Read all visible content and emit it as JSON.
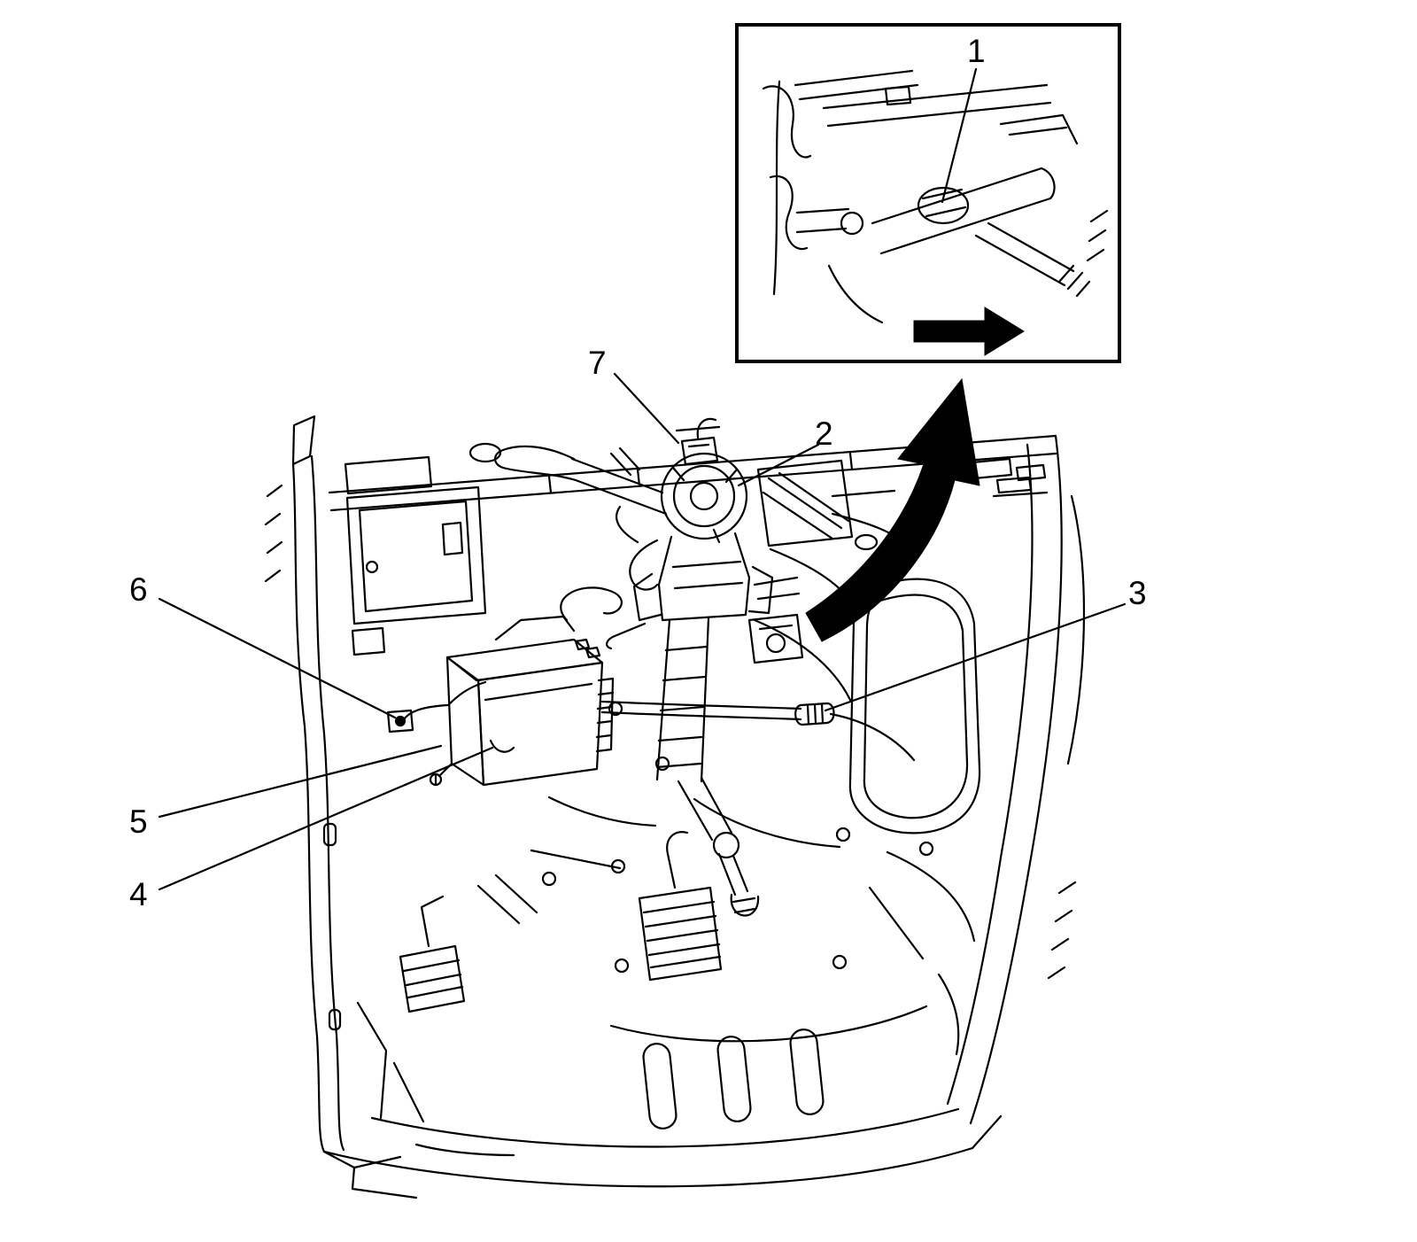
{
  "figure": {
    "background_color": "#ffffff",
    "line_color": "#000000",
    "callouts": [
      {
        "label": "1"
      },
      {
        "label": "2"
      },
      {
        "label": "3"
      },
      {
        "label": "4"
      },
      {
        "label": "5"
      },
      {
        "label": "6"
      },
      {
        "label": "7"
      }
    ]
  },
  "icons": [
    {
      "name": "direction-arrow-icon",
      "shape": "solid-right-arrow"
    },
    {
      "name": "lift-arrow-icon",
      "shape": "solid-curved-up-arrow"
    }
  ]
}
